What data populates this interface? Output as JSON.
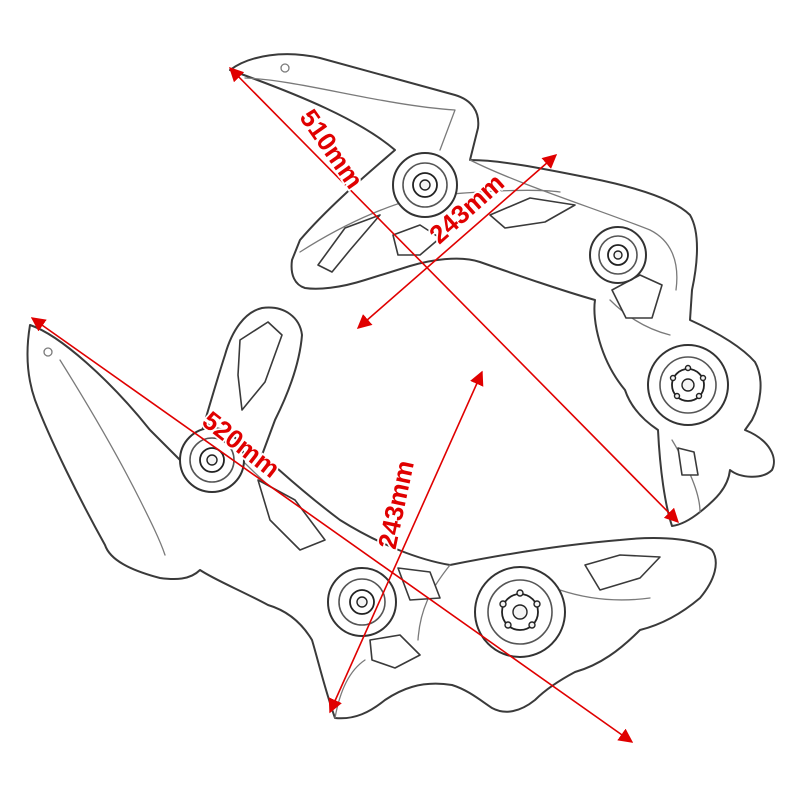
{
  "dimensions": {
    "top_length": {
      "text": "510mm",
      "color": "#e00000"
    },
    "top_width": {
      "text": "243mm",
      "color": "#e00000"
    },
    "bottom_length": {
      "text": "520mm",
      "color": "#e00000"
    },
    "bottom_width": {
      "text": "243mm",
      "color": "#e00000"
    }
  }
}
